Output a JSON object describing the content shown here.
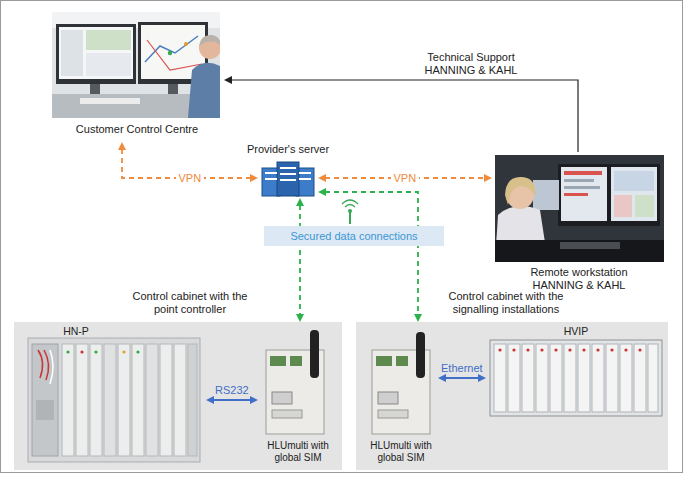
{
  "diagram": {
    "nodes": [
      {
        "text": [
          "Customer Control Centre"
        ]
      },
      {
        "text": [
          "Provider's server"
        ]
      },
      {
        "text": [
          "Remote workstation HANNING & KAHL"
        ]
      },
      {
        "text": [
          "Secured data connections"
        ]
      },
      {
        "text": [
          "Control cabinet with the point controller"
        ]
      },
      {
        "text": [
          "HN-P"
        ],
        "in": 4
      },
      {
        "text": [
          "HLUmulti with global SIM"
        ],
        "in": 4
      },
      {
        "text": [
          "Control cabinet with the signalling installations"
        ]
      },
      {
        "text": [
          "HLUmulti with global SIM"
        ],
        "in": 7
      },
      {
        "text": [
          "HVIP"
        ],
        "in": 7
      }
    ],
    "edges": [
      {
        "from": 2,
        "to": 0,
        "arrow": "to",
        "label": "Technical Support HANNING & KAHL"
      },
      {
        "from": 0,
        "to": 1,
        "arrow": "both",
        "label": "VPN"
      },
      {
        "from": 1,
        "to": 2,
        "arrow": "both",
        "label": "VPN"
      },
      {
        "from": 1,
        "to": 6,
        "arrow": "both"
      },
      {
        "from": 1,
        "to": 8,
        "arrow": "both"
      },
      {
        "from": 5,
        "to": 6,
        "arrow": "both",
        "label": "RS232"
      },
      {
        "from": 8,
        "to": 9,
        "arrow": "both",
        "label": "Ethernet"
      }
    ]
  }
}
